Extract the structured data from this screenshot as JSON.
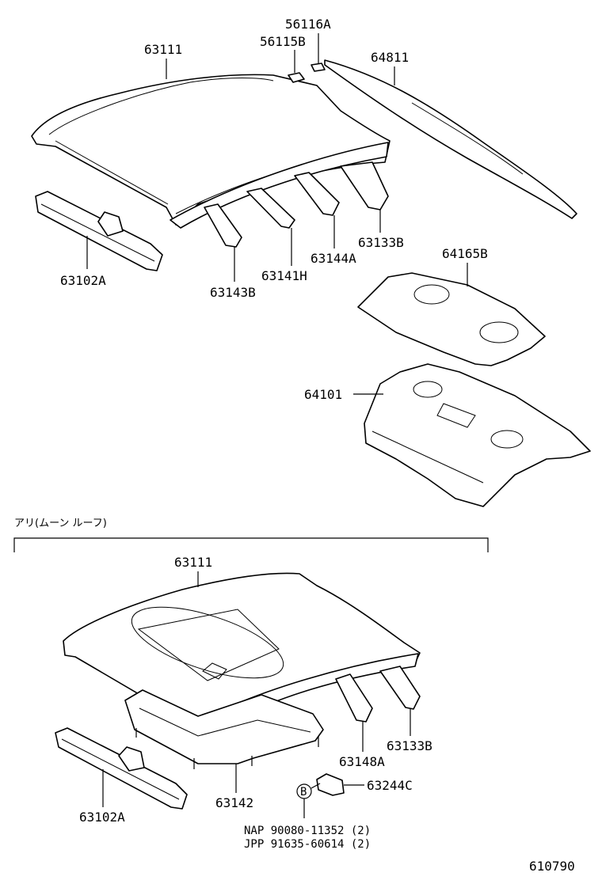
{
  "section_title": "アリ(ムーン ルーフ)",
  "diagram_id": "610790",
  "callout_letter": "B",
  "top_parts": {
    "roof_panel": "63111",
    "clip_b": "56115B",
    "clip_a": "56116A",
    "back_window": "64811",
    "front_header": "63102A",
    "bow_b": "63143B",
    "bow_h": "63141H",
    "bow_144a": "63144A",
    "rail_133b": "63133B",
    "shelf_panel": "64165B",
    "back_panel": "64101"
  },
  "bottom_parts": {
    "roof_panel": "63111",
    "front_header": "63102A",
    "frame": "63142",
    "bow_148a": "63148A",
    "rail_133b": "63133B",
    "bracket": "63244C"
  },
  "notes": [
    "NAP 90080-11352 (2)",
    "JPP 91635-60614 (2)"
  ]
}
